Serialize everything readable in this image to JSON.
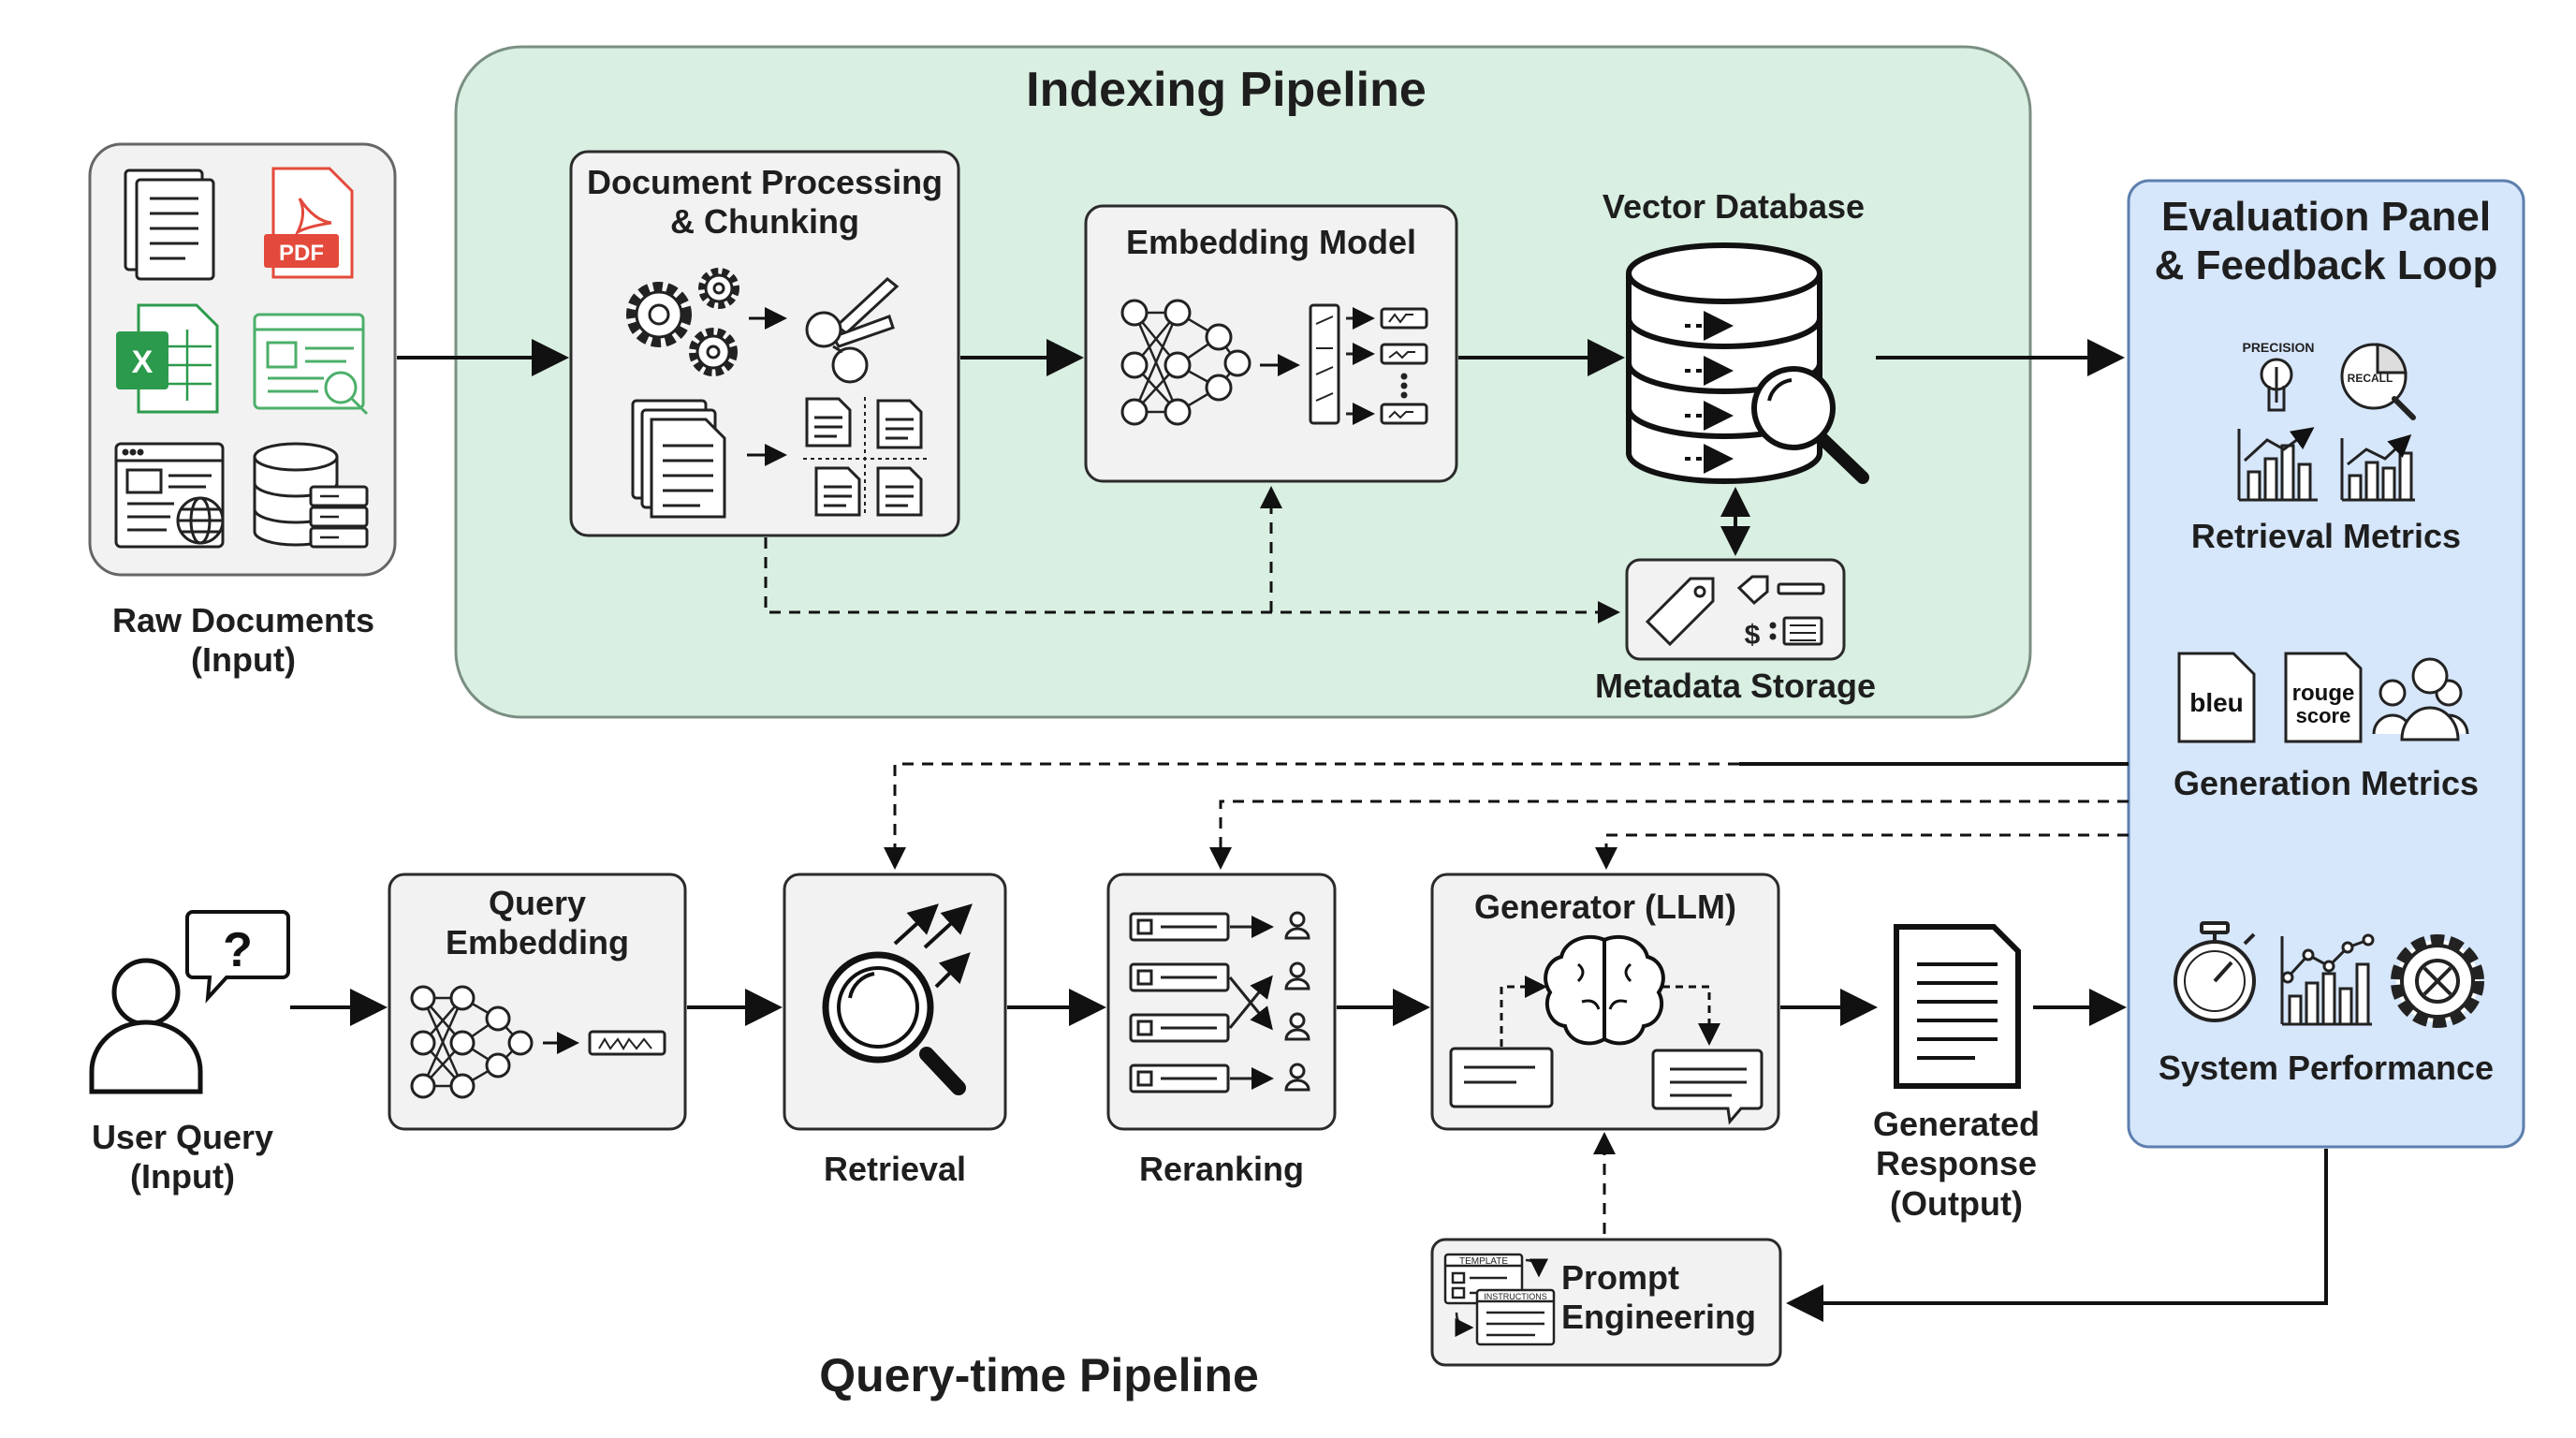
{
  "indexing_pipeline": {
    "title": "Indexing Pipeline",
    "raw_documents": {
      "line1": "Raw Documents",
      "line2": "(Input)",
      "pdf_badge": "PDF",
      "excel_badge": "X"
    },
    "document_processing": {
      "line1": "Document Processing",
      "line2": "& Chunking"
    },
    "embedding_model": {
      "label": "Embedding Model"
    },
    "vector_database": {
      "label": "Vector Database"
    },
    "metadata_storage": {
      "label": "Metadata Storage",
      "glyph": "$"
    }
  },
  "query_pipeline": {
    "title": "Query-time Pipeline",
    "user_query": {
      "line1": "User Query",
      "line2": "(Input)",
      "glyph": "?"
    },
    "query_embedding": {
      "line1": "Query",
      "line2": "Embedding"
    },
    "retrieval": {
      "label": "Retrieval"
    },
    "reranking": {
      "label": "Reranking"
    },
    "generator": {
      "label": "Generator (LLM)"
    },
    "generated_response": {
      "line1": "Generated",
      "line2": "Response",
      "line3": "(Output)"
    },
    "prompt_engineering": {
      "line1": "Prompt",
      "line2": "Engineering",
      "tag_template": "TEMPLATE",
      "tag_instructions": "INSTRUCTIONS"
    }
  },
  "evaluation_panel": {
    "line1": "Evaluation Panel",
    "line2": "& Feedback Loop",
    "retrieval_metrics": {
      "label": "Retrieval Metrics",
      "precision": "PRECISION",
      "recall": "RECALL"
    },
    "generation_metrics": {
      "label": "Generation Metrics",
      "bleu": "bleu",
      "rouge_line1": "rouge",
      "rouge_line2": "score"
    },
    "system_performance": {
      "label": "System Performance"
    }
  },
  "colors": {
    "indexing_bg": "#d9efe2",
    "indexing_border": "#7a8f82",
    "eval_bg": "#d6e6fb",
    "eval_border": "#5d7fae",
    "node_bg": "#f2f2f2",
    "node_border": "#2b2b2b",
    "line": "#111111",
    "pdf_red": "#e34a3b",
    "excel_green": "#2c9a4c",
    "sheet_green": "#4caf6a"
  }
}
